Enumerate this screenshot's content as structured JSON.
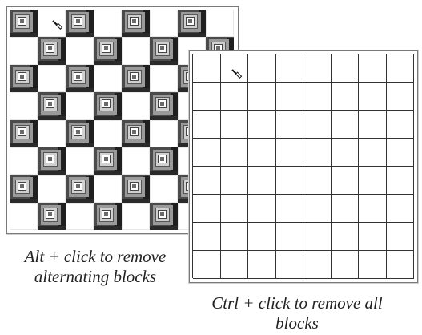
{
  "captions": {
    "alt_line1": "Alt + click to remove",
    "alt_line2": "alternating blocks",
    "ctrl_line1": "Ctrl + click to remove all",
    "ctrl_line2": "blocks"
  },
  "left_quilt": {
    "rows": 8,
    "cols": 8,
    "pattern": "alternating",
    "block_icon": "log-cabin-block-icon"
  },
  "right_quilt": {
    "rows": 8,
    "cols": 8,
    "pattern": "empty"
  },
  "cursor_icon": "pipette-cursor-icon",
  "colors": {
    "background": "#ffffff",
    "grid_line": "#333333",
    "block_dark": "#1f1f1f",
    "block_mid": "#9a9a9a",
    "block_light": "#d0d0d0"
  }
}
